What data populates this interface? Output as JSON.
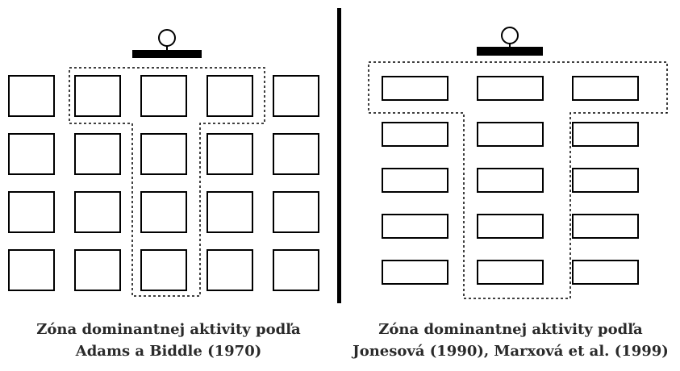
{
  "left_panel": {
    "caption_line1": "Zóna dominantnej aktivity podľa",
    "caption_line2": "Adams a Biddle (1970)",
    "rows": 4,
    "cols": 5,
    "desk_shape": "square",
    "teacher_icon": "teacher-desk-icon"
  },
  "right_panel": {
    "caption_line1": "Zóna dominantnej aktivity podľa",
    "caption_line2": "Jonesová (1990), Marxová et al. (1999)",
    "rows": 5,
    "cols": 3,
    "desk_shape": "rectangle",
    "teacher_icon": "teacher-desk-icon"
  },
  "colors": {
    "line": "#000000",
    "text": "#2a2a2a",
    "background": "#ffffff"
  }
}
